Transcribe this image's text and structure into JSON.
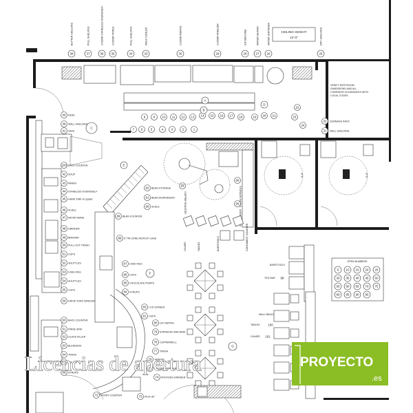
{
  "ceiling": {
    "label": "CEILING HEIGHT",
    "value": "12'-0\""
  },
  "verify_note": [
    "VERIFY RESTROOM",
    "DIMENSIONS AND ALL",
    "CORRIDOR CLEARANCES WITH",
    "LOCAL CODES."
  ],
  "top_items": [
    {
      "n": "38",
      "label": "BUTTER SHELVING"
    },
    {
      "n": "37",
      "label": "PULL SHELVING"
    },
    {
      "n": "36",
      "label": "4-DOOR STAINLESS OVERSHELF"
    },
    {
      "n": "35",
      "label": "4-DOOR TRIPLE"
    },
    {
      "n": "34",
      "label": "PULL SHELVING"
    },
    {
      "n": "33",
      "label": "WALK COOLER"
    },
    {
      "n": "30",
      "label": "2-DOOR REFRIG"
    },
    {
      "n": "29",
      "label": "2-DOOR FREEZER"
    },
    {
      "n": "28",
      "label": "ICE MACHINE"
    },
    {
      "n": "27",
      "label": "WATER HEATER"
    },
    {
      "n": "26",
      "label": "WATER SOFTENER"
    },
    {
      "n": "25",
      "label": "DRY SHELVING"
    }
  ],
  "left_items": [
    {
      "n": "40",
      "label": "DESK"
    },
    {
      "n": "39",
      "label": "WALL SHELVING"
    },
    {
      "n": "41",
      "label": "SAFE"
    },
    {
      "n": "103",
      "label": "BACK COUNTER"
    },
    {
      "n": "42",
      "label": "SOUP"
    },
    {
      "n": "43",
      "label": "PANINI"
    },
    {
      "n": "44",
      "label": "STAINLESS OVERSHELF"
    },
    {
      "n": "45",
      "label": "HAND SINK w/ splash"
    },
    {
      "n": "46",
      "label": "SCALE"
    },
    {
      "n": "47",
      "label": "MICRO-WAVE"
    },
    {
      "n": "48",
      "label": "GRINDER"
    },
    {
      "n": "49",
      "label": "BREWER"
    },
    {
      "n": "50",
      "label": "PULL-OUT TRASH"
    },
    {
      "n": "51",
      "label": "CUPS"
    },
    {
      "n": "52",
      "label": "SHUTTLES"
    },
    {
      "n": "53",
      "label": "CASH REG"
    },
    {
      "n": "54",
      "label": "SHUTTLES"
    },
    {
      "n": "55",
      "label": "CUPS"
    },
    {
      "n": "59",
      "label": "DRIVE-THRU WINDOW"
    },
    {
      "n": "60",
      "label": "BACK COUNTER"
    },
    {
      "n": "61",
      "label": "RINSE SINK"
    },
    {
      "n": "62",
      "label": "GLASS FILLER"
    },
    {
      "n": "63",
      "label": "BLENDERS"
    },
    {
      "n": "64",
      "label": "TRASH"
    },
    {
      "n": "65",
      "label": "ICE BIN"
    },
    {
      "n": "66",
      "label": "SYRUPS"
    }
  ],
  "center_items": [
    {
      "n": "92",
      "label": "BEAN STORAGE"
    },
    {
      "n": "91",
      "label": "BEAN DISPENSERS"
    },
    {
      "n": "90",
      "label": "SCALE"
    },
    {
      "n": "89",
      "label": "BEAN COUNTER"
    },
    {
      "n": "88",
      "label": "5' TRI-ZONE DISPLAY CASE"
    },
    {
      "n": "87",
      "label": "CASH REG"
    },
    {
      "n": "86",
      "label": "CUPS"
    },
    {
      "n": "85",
      "label": "CHOCOLATE PUMPS"
    },
    {
      "n": "84",
      "label": "SYRUPS"
    },
    {
      "n": "83",
      "label": "LCD SCREEN"
    },
    {
      "n": "81",
      "label": "CUPS"
    },
    {
      "n": "80",
      "label": "U/C REFRIG"
    },
    {
      "n": "79",
      "label": "ESPRESSO MACHINE"
    },
    {
      "n": "78",
      "label": "CUPPERWELL"
    },
    {
      "n": "77",
      "label": "TRASH"
    },
    {
      "n": "76",
      "label": "TAMPER"
    },
    {
      "n": "75",
      "label": "MAZZER GRINDER"
    },
    {
      "n": "74",
      "label": "KROYDEN GRINDER"
    },
    {
      "n": "73",
      "label": "PICK-UP"
    },
    {
      "n": "72",
      "label": "FRONT COUNTER"
    },
    {
      "n": "93",
      "label": "COFFEE ROASTER"
    },
    {
      "n": "96",
      "label": "STORAGE RACKS"
    },
    {
      "n": "95",
      "label": "AGING RACKS"
    }
  ],
  "kitchen_items": [
    {
      "n": "24",
      "label": ""
    },
    {
      "n": "23",
      "label": ""
    },
    {
      "n": "22",
      "label": ""
    },
    {
      "n": "21",
      "label": ""
    },
    {
      "n": "20",
      "label": ""
    },
    {
      "n": "19",
      "label": ""
    },
    {
      "n": "18",
      "label": ""
    },
    {
      "n": "17",
      "label": ""
    },
    {
      "n": "16",
      "label": ""
    },
    {
      "n": "15",
      "label": ""
    },
    {
      "n": "14",
      "label": ""
    },
    {
      "n": "13",
      "label": ""
    },
    {
      "n": "12",
      "label": ""
    },
    {
      "n": "11",
      "label": ""
    },
    {
      "n": "10",
      "label": ""
    },
    {
      "n": "9",
      "label": ""
    },
    {
      "n": "8",
      "label": ""
    },
    {
      "n": "7",
      "label": ""
    },
    {
      "n": "6",
      "label": ""
    },
    {
      "n": "5",
      "label": ""
    },
    {
      "n": "4",
      "label": ""
    },
    {
      "n": "3",
      "label": ""
    },
    {
      "n": "2",
      "label": ""
    },
    {
      "n": "1",
      "label": ""
    }
  ],
  "letters": [
    "A",
    "B",
    "C",
    "D",
    "E",
    "F",
    "G"
  ],
  "right_items": [
    {
      "n": "32",
      "label": "DUNNAGE RACK"
    },
    {
      "n": "31",
      "label": "WALL SHELVING"
    }
  ],
  "dining_labels": {
    "chairs": "CHAIRS",
    "tables": "TABLES",
    "barstools": "BARSTOOLS",
    "condiment": "CONDIMENT COUNTER",
    "barstools_n": "BARSTOOLS",
    "barstools_n_num": "97",
    "teg_bar": "TEG BAR",
    "teg_bar_num": "98",
    "wall_bench": "WALL BENCH",
    "wall_bench_num": "99",
    "tables2": "TABLES",
    "tables2_num": "100",
    "chairs2": "CHAIRS",
    "chairs2_num": "101"
  },
  "open_numbers": {
    "title": "OPEN NUMBERS",
    "values": [
      "5",
      "10",
      "15",
      "20",
      "25",
      "30",
      "35",
      "40",
      "45",
      "50",
      "55",
      "60",
      "65",
      "70",
      "75",
      "80",
      "85",
      "90",
      "95"
    ]
  },
  "restroom_dims": [
    "5'-0\"",
    "5'-0\""
  ],
  "watermark": "Licencias de apertura",
  "logo": {
    "text": "PROYECTO",
    "suffix": ".es",
    "color": "#8bbd24"
  }
}
